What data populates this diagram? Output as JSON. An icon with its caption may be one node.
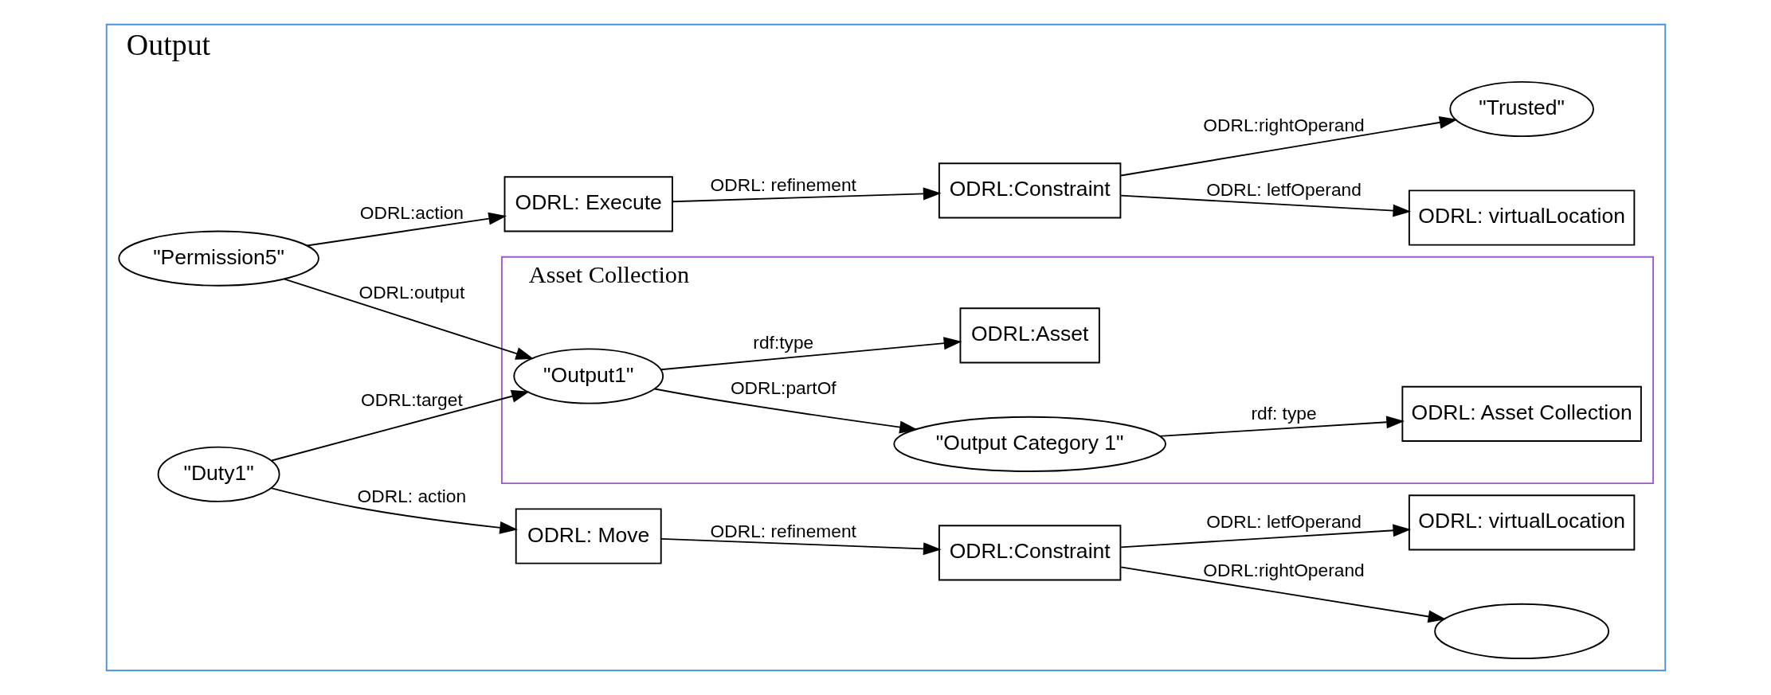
{
  "diagram": {
    "nodes": [
      {
        "text": [
          "Output"
        ]
      },
      {
        "text": [
          "Asset Collection"
        ],
        "in": 0
      },
      {
        "text": [
          "\"Output Category 1\""
        ],
        "in": 1
      },
      {
        "text": [
          "ODRL:Asset"
        ],
        "in": 1
      },
      {
        "text": [
          "ODRL: Asset Collection"
        ],
        "in": 1
      },
      {
        "text": [
          "\"Output1\""
        ],
        "in": 1
      },
      {
        "text": [
          "\"Permission5\""
        ],
        "in": 0
      },
      {
        "text": [
          "ODRL: Execute"
        ],
        "in": 0
      },
      {
        "text": [
          "ODRL:Constraint"
        ],
        "in": 0
      },
      {
        "text": [
          "\"Trusted\""
        ],
        "in": 0
      },
      {
        "text": [
          "ODRL: virtualLocation"
        ],
        "in": 0
      },
      {
        "text": [
          "\"Duty1\""
        ],
        "in": 0
      },
      {
        "text": [
          "ODRL: Move"
        ],
        "in": 0
      },
      {
        "text": [
          "ODRL:Constraint"
        ],
        "in": 0
      },
      {
        "text": [],
        "shape": "ellipse",
        "in": 0
      },
      {
        "text": [
          "ODRL: virtualLocation"
        ],
        "in": 0
      }
    ],
    "edges": [
      {
        "from": 2,
        "to": 4,
        "arrow": "to",
        "label": "rdf: type"
      },
      {
        "from": 5,
        "to": 2,
        "arrow": "to",
        "label": "ODRL:partOf"
      },
      {
        "from": 5,
        "to": 3,
        "arrow": "to",
        "label": "rdf:type"
      },
      {
        "from": 6,
        "to": 5,
        "arrow": "to",
        "label": "ODRL:output"
      },
      {
        "from": 6,
        "to": 7,
        "arrow": "to",
        "label": "ODRL:action"
      },
      {
        "from": 7,
        "to": 8,
        "arrow": "to",
        "label": "ODRL: refinement"
      },
      {
        "from": 8,
        "to": 9,
        "arrow": "to",
        "label": "ODRL:rightOperand"
      },
      {
        "from": 8,
        "to": 10,
        "arrow": "to",
        "label": "ODRL: letfOperand"
      },
      {
        "from": 11,
        "to": 5,
        "arrow": "to",
        "label": "ODRL:target"
      },
      {
        "from": 11,
        "to": 12,
        "arrow": "to",
        "label": "ODRL: action"
      },
      {
        "from": 12,
        "to": 13,
        "arrow": "to",
        "label": "ODRL: refinement"
      },
      {
        "from": 13,
        "to": 14,
        "arrow": "to",
        "label": "ODRL:rightOperand"
      },
      {
        "from": 13,
        "to": 15,
        "arrow": "to",
        "label": "ODRL: letfOperand"
      }
    ]
  }
}
